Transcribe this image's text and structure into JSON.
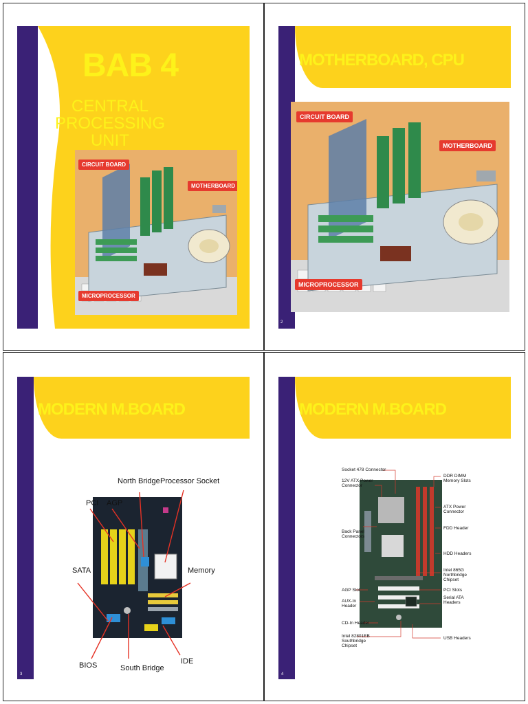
{
  "slides": [
    {
      "title": "BAB 4",
      "subtitle_line1": "CENTRAL",
      "subtitle_line2": "PROCESSING UNIT",
      "photo_labels": {
        "circuit_board": "CIRCUIT BOARD",
        "motherboard": "MOTHERBOARD",
        "microprocessor": "MICROPROCESSOR"
      }
    },
    {
      "title": "MOTHERBOARD, CPU",
      "page_number": "2",
      "photo_labels": {
        "circuit_board": "CIRCUIT BOARD",
        "motherboard": "MOTHERBOARD",
        "microprocessor": "MICROPROCESSOR"
      }
    },
    {
      "title": "MODERN M.BOARD",
      "page_number": "3",
      "labels": {
        "north_bridge": "North Bridge",
        "processor_socket": "Processor Socket",
        "pci": "PCI",
        "agp": "AGP",
        "sata": "SATA",
        "memory": "Memory",
        "bios": "BIOS",
        "south_bridge": "South Bridge",
        "ide": "IDE"
      }
    },
    {
      "title": "MODERN M.BOARD",
      "page_number": "4",
      "labels": {
        "socket478": "Socket 478 Connector",
        "atx12v": [
          "12V ATX Power",
          "Connector"
        ],
        "back_panel": [
          "Back Panel",
          "Connectors"
        ],
        "agp_slot": "AGP Slot",
        "auxin": [
          "AUX-In",
          "Header"
        ],
        "cdin": "CD-In Header",
        "southbridge": [
          "Intel 82801EB",
          "Southbridge",
          "Chipset"
        ],
        "ddr": [
          "DDR DIMM",
          "Memory Slots"
        ],
        "atxpower": [
          "ATX Power",
          "Connector"
        ],
        "fdd": "FDD Header",
        "hdd": "HDD Headers",
        "northbridge": [
          "Intel 865G",
          "Northbridge",
          "Chipset"
        ],
        "pcislots": "PCI Slots",
        "serialata": [
          "Serial ATA",
          "Headers"
        ],
        "usb": "USB Headers"
      }
    }
  ]
}
